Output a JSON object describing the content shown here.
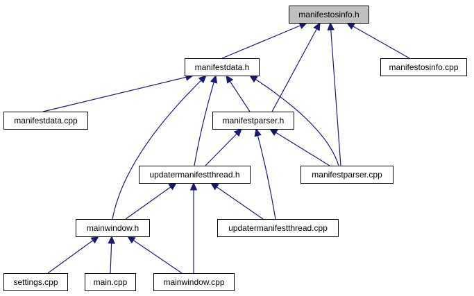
{
  "graph": {
    "root": "manifestosinfo.h",
    "colors": {
      "edge": "#191970",
      "root_fill": "#bfbfbf",
      "node_fill": "#ffffff",
      "border": "#000000"
    },
    "nodes": [
      {
        "id": "manifestosinfo_h",
        "label": "manifestosinfo.h",
        "root": true
      },
      {
        "id": "manifestdata_h",
        "label": "manifestdata.h"
      },
      {
        "id": "manifestosinfo_cpp",
        "label": "manifestosinfo.cpp"
      },
      {
        "id": "manifestdata_cpp",
        "label": "manifestdata.cpp"
      },
      {
        "id": "manifestparser_h",
        "label": "manifestparser.h"
      },
      {
        "id": "updatermanifestthread_h",
        "label": "updatermanifestthread.h"
      },
      {
        "id": "manifestparser_cpp",
        "label": "manifestparser.cpp"
      },
      {
        "id": "mainwindow_h",
        "label": "mainwindow.h"
      },
      {
        "id": "updatermanifestthread_cpp",
        "label": "updatermanifestthread.cpp"
      },
      {
        "id": "settings_cpp",
        "label": "settings.cpp"
      },
      {
        "id": "main_cpp",
        "label": "main.cpp"
      },
      {
        "id": "mainwindow_cpp",
        "label": "mainwindow.cpp"
      }
    ],
    "edges": [
      {
        "from": "manifestdata_h",
        "to": "manifestosinfo_h"
      },
      {
        "from": "manifestparser_h",
        "to": "manifestosinfo_h"
      },
      {
        "from": "manifestparser_cpp",
        "to": "manifestosinfo_h"
      },
      {
        "from": "manifestosinfo_cpp",
        "to": "manifestosinfo_h"
      },
      {
        "from": "manifestdata_cpp",
        "to": "manifestdata_h"
      },
      {
        "from": "mainwindow_h",
        "to": "manifestdata_h"
      },
      {
        "from": "updatermanifestthread_h",
        "to": "manifestdata_h"
      },
      {
        "from": "manifestparser_h",
        "to": "manifestdata_h"
      },
      {
        "from": "manifestparser_cpp",
        "to": "manifestdata_h"
      },
      {
        "from": "updatermanifestthread_h",
        "to": "manifestparser_h"
      },
      {
        "from": "manifestparser_cpp",
        "to": "manifestparser_h"
      },
      {
        "from": "updatermanifestthread_cpp",
        "to": "manifestparser_h"
      },
      {
        "from": "mainwindow_h",
        "to": "updatermanifestthread_h"
      },
      {
        "from": "updatermanifestthread_cpp",
        "to": "updatermanifestthread_h"
      },
      {
        "from": "mainwindow_cpp",
        "to": "updatermanifestthread_h"
      },
      {
        "from": "settings_cpp",
        "to": "mainwindow_h"
      },
      {
        "from": "main_cpp",
        "to": "mainwindow_h"
      },
      {
        "from": "mainwindow_cpp",
        "to": "mainwindow_h"
      }
    ]
  }
}
